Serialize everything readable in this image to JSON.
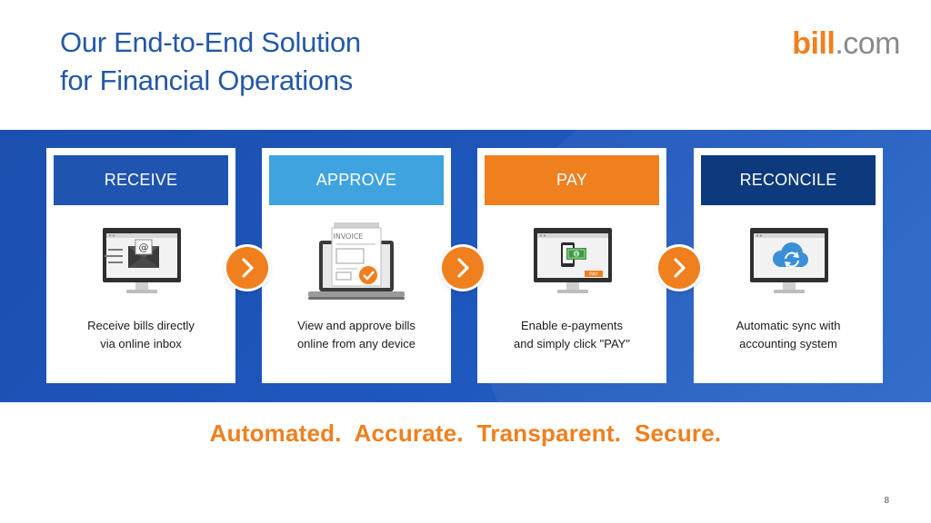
{
  "slide": {
    "title_line1": "Our End-to-End Solution",
    "title_line2": "for Financial Operations",
    "logo_bill": "bill",
    "logo_com": ".com",
    "tagline": "Automated.  Accurate.  Transparent.  Secure.",
    "page_number": "8"
  },
  "colors": {
    "title": "#2358a8",
    "accent_orange": "#f07f1e",
    "band_blue": "#1e57bd",
    "receive": "#1f54b0",
    "approve": "#3fa3e0",
    "pay": "#f07f1e",
    "reconcile": "#0d3a7c"
  },
  "steps": [
    {
      "label": "RECEIVE",
      "icon": "email-inbox-monitor-icon",
      "line1": "Receive bills directly",
      "line2": "via online inbox"
    },
    {
      "label": "APPROVE",
      "icon": "invoice-laptop-icon",
      "invoice_text": "INVOICE",
      "line1": "View and approve bills",
      "line2": "online from any device"
    },
    {
      "label": "PAY",
      "icon": "mobile-payment-monitor-icon",
      "pay_text": "PAY",
      "line1": "Enable e-payments",
      "line2": "and simply click \"PAY\""
    },
    {
      "label": "RECONCILE",
      "icon": "cloud-sync-monitor-icon",
      "line1": "Automatic sync with",
      "line2": "accounting system"
    }
  ]
}
